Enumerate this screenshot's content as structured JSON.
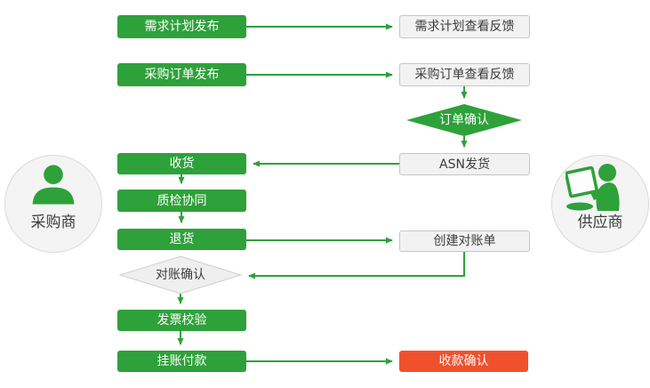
{
  "palette": {
    "green": "#2ea13a",
    "red": "#f0512c",
    "neutral_box_bg": "#f2f2f2",
    "neutral_box_border": "#c6c6c6",
    "diamond_gray_bg": "#efefef",
    "diamond_gray_border": "#d0d0d0",
    "actor_circle_bg": "#f4f4f4",
    "actor_circle_border": "#d9d9d9",
    "text_dark": "#3c3c3c",
    "white": "#ffffff"
  },
  "icons": {
    "buyer": "person-silhouette-icon",
    "supplier": "person-with-laptop-icon"
  },
  "actors": {
    "buyer": {
      "label": "采购商"
    },
    "supplier": {
      "label": "供应商"
    }
  },
  "buyer_flow": {
    "demand_plan_publish": "需求计划发布",
    "purchase_order_publish": "采购订单发布",
    "receiving": "收货",
    "quality_inspection_collaboration": "质检协同",
    "returns": "退货",
    "reconciliation_confirmation": "对账确认",
    "invoice_verification": "发票校验",
    "credit_payment": "挂账付款"
  },
  "supplier_flow": {
    "demand_plan_view_feedback": "需求计划查看反馈",
    "purchase_order_view_feedback": "采购订单查看反馈",
    "order_confirmation": "订单确认",
    "asn_shipping": "ASN发货",
    "create_reconciliation_statement": "创建对账单",
    "payment_receipt_confirmation": "收款确认"
  }
}
